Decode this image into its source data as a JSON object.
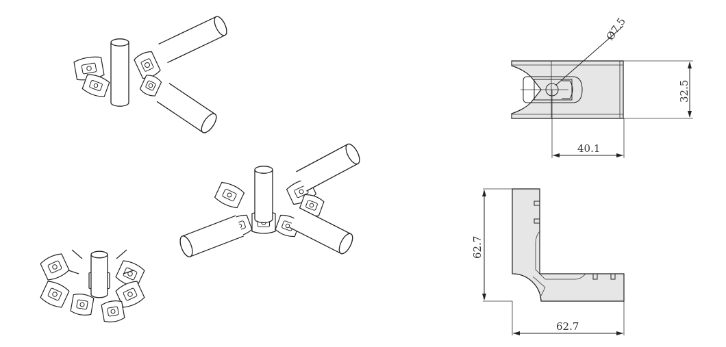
{
  "drawing": {
    "top_view": {
      "hole_diameter_label": "Ø7.5",
      "height_label": "32.5",
      "width_label": "40.1"
    },
    "front_view": {
      "height_label": "62.7",
      "width_label": "62.7"
    },
    "colors": {
      "part_fill": "#e6e6e6",
      "line": "#222222"
    }
  }
}
